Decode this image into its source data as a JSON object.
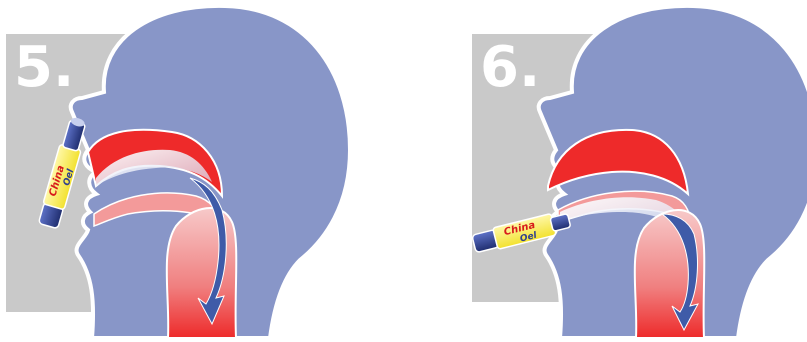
{
  "panels": [
    {
      "step": "5.",
      "mode": "nose",
      "inhaler_brand": [
        "China",
        "Oel"
      ]
    },
    {
      "step": "6.",
      "mode": "mouth",
      "inhaler_brand": [
        "China",
        "Oel"
      ]
    }
  ],
  "colors": {
    "head": "#8896c8",
    "gray_panel": "#c9c9c9",
    "airway_red": "#ee2a2a",
    "airway_light": "#f8d3d3",
    "arrow_blue": "#3f5ba8",
    "inhaler_yellow": "#fff36a",
    "inhaler_blue": "#2f3f8f"
  },
  "icons": [
    "head-silhouette",
    "airway-arrow-icon",
    "inhaler-icon"
  ]
}
